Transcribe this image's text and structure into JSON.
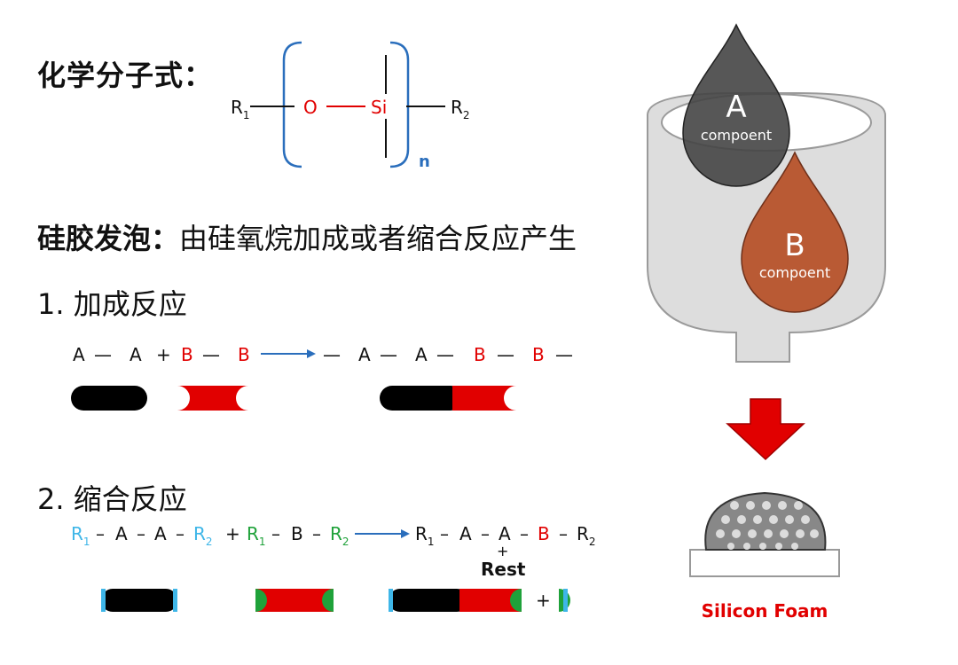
{
  "formula": {
    "heading": "化学分子式：",
    "r1": "R",
    "r1_sub": "1",
    "o": "O",
    "si": "Si",
    "r2": "R",
    "r2_sub": "2",
    "n": "n"
  },
  "foaming": {
    "heading_bold": "硅胶发泡：",
    "heading_text": "由硅氧烷加成或者缩合反应产生"
  },
  "addition": {
    "title": "1. 加成反应",
    "eq_left": [
      "A",
      "—",
      "A",
      "+",
      "B",
      "—",
      "B"
    ],
    "eq_right": [
      "—",
      "A",
      "—",
      "A",
      "—",
      "B",
      "—",
      "B",
      "—"
    ]
  },
  "condensation": {
    "title": "2. 缩合反应",
    "r": "R",
    "sub1": "1",
    "sub2": "2",
    "a": "A",
    "b": "B",
    "dash": "–",
    "plus": "+",
    "rest": "Rest"
  },
  "mixer": {
    "a_letter": "A",
    "a_label": "compoent",
    "b_letter": "B",
    "b_label": "compoent"
  },
  "foam_label": "Silicon Foam",
  "colors": {
    "red": "#e10000",
    "blue": "#2a6ebc",
    "cyan": "#3eb6e8",
    "green": "#1fa23a"
  }
}
